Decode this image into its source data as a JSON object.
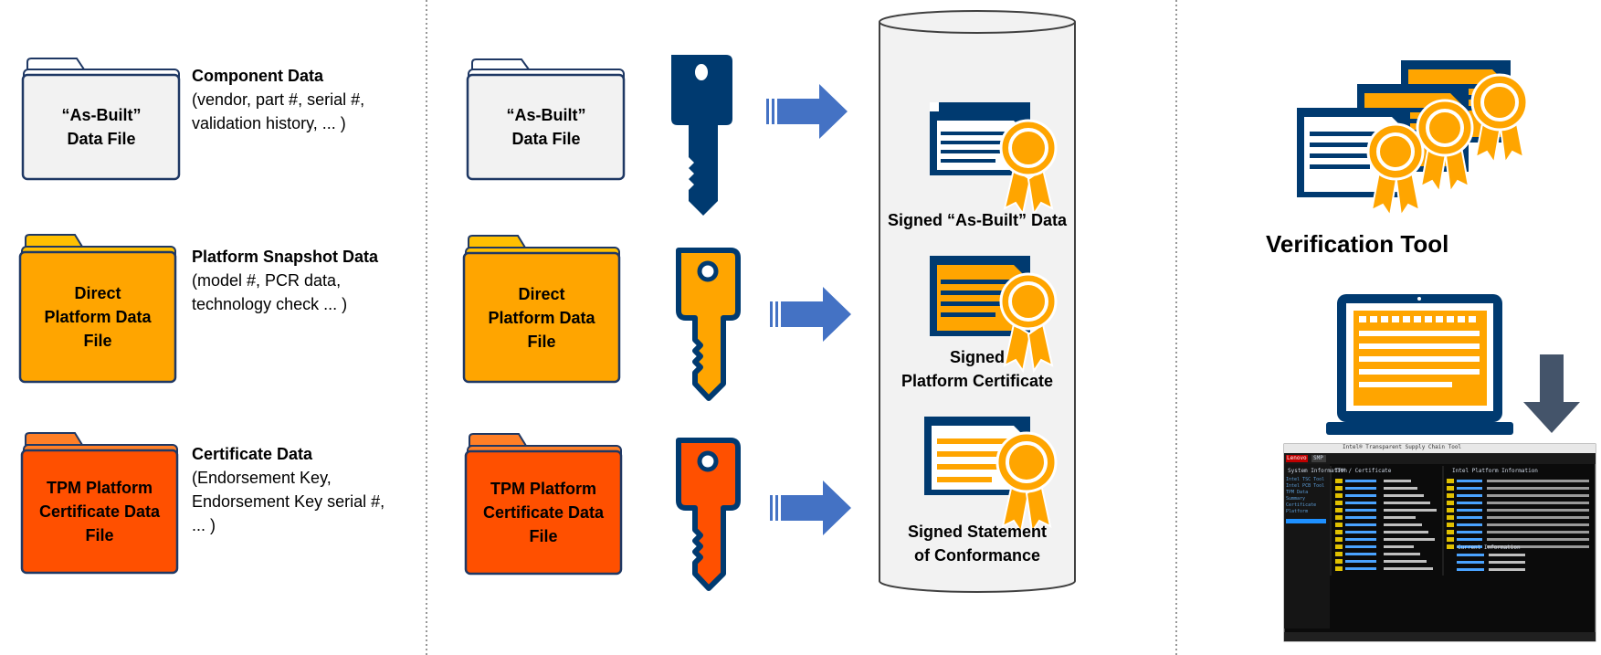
{
  "left_column": {
    "files": [
      {
        "lines": [
          "“As-Built”",
          "Data File"
        ],
        "fill": "#f2f2f2",
        "tab": "#ffffff"
      },
      {
        "lines": [
          "Direct",
          "Platform Data",
          "File"
        ],
        "fill": "#ffa500",
        "tab": "#ffc000"
      },
      {
        "lines": [
          "TPM Platform",
          "Certificate Data",
          "File"
        ],
        "fill": "#ff5000",
        "tab": "#ff7f27"
      }
    ],
    "descriptions": [
      {
        "heading": "Component Data",
        "lines": [
          "(vendor, part #, serial #,",
          "validation history, ... )"
        ]
      },
      {
        "heading": "Platform Snapshot Data",
        "lines": [
          "(model #, PCR data,",
          "technology check ... )"
        ]
      },
      {
        "heading": "Certificate Data",
        "lines": [
          "(Endorsement Key,",
          "Endorsement Key serial #,",
          "... )"
        ]
      }
    ]
  },
  "middle_column": {
    "files": [
      {
        "lines": [
          "“As-Built”",
          "Data File"
        ]
      },
      {
        "lines": [
          "Direct",
          "Platform Data",
          "File"
        ]
      },
      {
        "lines": [
          "TPM Platform",
          "Certificate Data",
          "File"
        ]
      }
    ],
    "keys": [
      {
        "color": "#003a70",
        "icon": "key-icon"
      },
      {
        "color": "#ffa500",
        "icon": "key-icon"
      },
      {
        "color": "#ff5000",
        "icon": "key-icon"
      }
    ],
    "arrow_color": "#4472c4"
  },
  "repository": {
    "items": [
      {
        "lines": [
          "Signed “As-Built” Data"
        ],
        "doc_color": "#ffffff",
        "icon": "certificate-icon"
      },
      {
        "lines": [
          "Signed",
          "Platform Certificate"
        ],
        "doc_color": "#ffa500",
        "icon": "certificate-icon"
      },
      {
        "lines": [
          "Signed Statement",
          "of Conformance"
        ],
        "doc_color": "#ffffff",
        "icon": "certificate-icon"
      }
    ]
  },
  "verification": {
    "title": "Verification Tool",
    "colors": {
      "navy": "#003a70",
      "gold": "#ffa500",
      "arrow": "#44546a"
    }
  },
  "screenshot": {
    "window_title": "Intel® Transparent Supply Chain Tool",
    "brand": "Lenovo",
    "tab": "SMP",
    "left_panel_title": "System Information",
    "middle_panel_title": "TPM / Certificate",
    "right_panel_title": "Intel Platform Information",
    "right_panel_subtitle": "Current Information",
    "side_menu": [
      "Intel TSC Tool",
      "Intel PCB Tool",
      "TPM Data",
      "Summary",
      "Certificate",
      "Platform"
    ]
  }
}
